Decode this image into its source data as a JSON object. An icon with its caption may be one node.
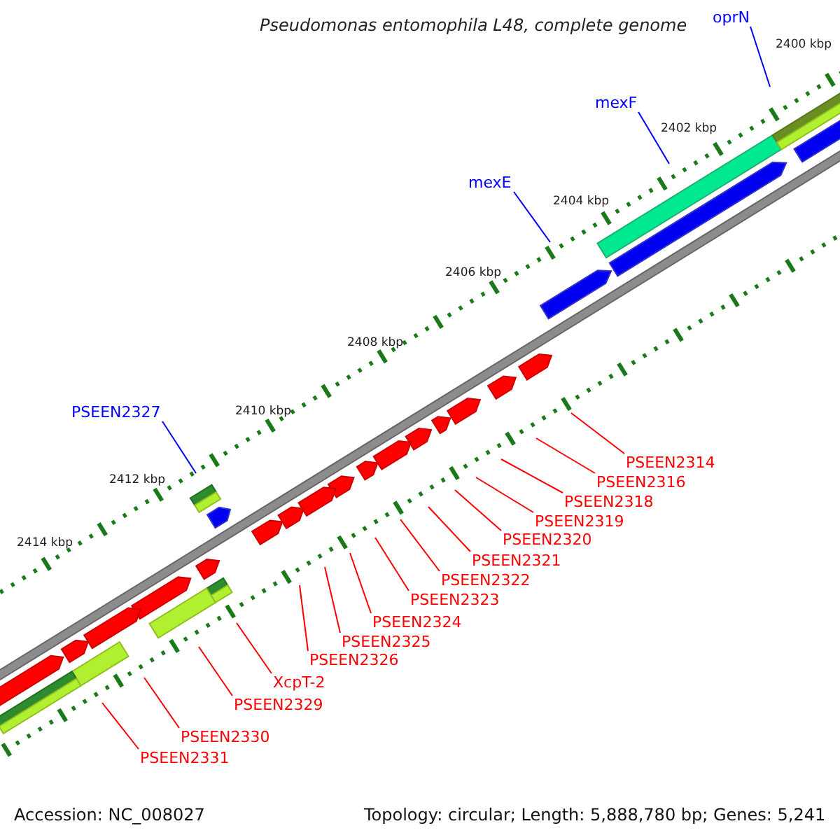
{
  "diagram": {
    "title": "Pseudomonas entomophila L48, complete genome",
    "nodes": [
      {
        "text": [
          "oprN"
        ]
      },
      {
        "text": [
          "mexF"
        ]
      },
      {
        "text": [
          "mexE"
        ]
      },
      {
        "text": [
          "PSEEN2327"
        ]
      },
      {
        "text": [
          "PSEEN2314"
        ]
      },
      {
        "text": [
          "PSEEN2316"
        ]
      },
      {
        "text": [
          "PSEEN2318"
        ]
      },
      {
        "text": [
          "PSEEN2319"
        ]
      },
      {
        "text": [
          "PSEEN2320"
        ]
      },
      {
        "text": [
          "PSEEN2321"
        ]
      },
      {
        "text": [
          "PSEEN2322"
        ]
      },
      {
        "text": [
          "PSEEN2323"
        ]
      },
      {
        "text": [
          "PSEEN2324"
        ]
      },
      {
        "text": [
          "PSEEN2325"
        ]
      },
      {
        "text": [
          "PSEEN2326"
        ]
      },
      {
        "text": [
          "XcpT-2"
        ]
      },
      {
        "text": [
          "PSEEN2329"
        ]
      },
      {
        "text": [
          "PSEEN2330"
        ]
      },
      {
        "text": [
          "PSEEN2331"
        ]
      }
    ],
    "edges": [
      {
        "from": 0,
        "to": null,
        "arrow": "none",
        "color": "#0000ff"
      },
      {
        "from": 1,
        "to": null,
        "arrow": "none",
        "color": "#0000ff"
      },
      {
        "from": 2,
        "to": null,
        "arrow": "none",
        "color": "#0000ff"
      },
      {
        "from": 3,
        "to": null,
        "arrow": "none",
        "color": "#0000ff"
      },
      {
        "from": 4,
        "to": null,
        "arrow": "none"
      },
      {
        "from": 5,
        "to": null,
        "arrow": "none"
      },
      {
        "from": 6,
        "to": null,
        "arrow": "none"
      },
      {
        "from": 7,
        "to": null,
        "arrow": "none"
      },
      {
        "from": 8,
        "to": null,
        "arrow": "none"
      },
      {
        "from": 9,
        "to": null,
        "arrow": "none"
      },
      {
        "from": 10,
        "to": null,
        "arrow": "none"
      },
      {
        "from": 11,
        "to": null,
        "arrow": "none"
      },
      {
        "from": 12,
        "to": null,
        "arrow": "none"
      },
      {
        "from": 13,
        "to": null,
        "arrow": "none"
      },
      {
        "from": 14,
        "to": null,
        "arrow": "none"
      },
      {
        "from": 15,
        "to": null,
        "arrow": "none"
      },
      {
        "from": 16,
        "to": null,
        "arrow": "none"
      },
      {
        "from": 17,
        "to": null,
        "arrow": "none"
      },
      {
        "from": 18,
        "to": null,
        "arrow": "none"
      }
    ],
    "labels": [
      "2400 kbp",
      "2402 kbp",
      "2404 kbp",
      "2406 kbp",
      "2408 kbp",
      "2410 kbp",
      "2412 kbp",
      "2414 kbp",
      "Accession: NC_008027",
      "Topology: circular; Length: 5,888,780 bp; Genes: 5,241"
    ]
  }
}
